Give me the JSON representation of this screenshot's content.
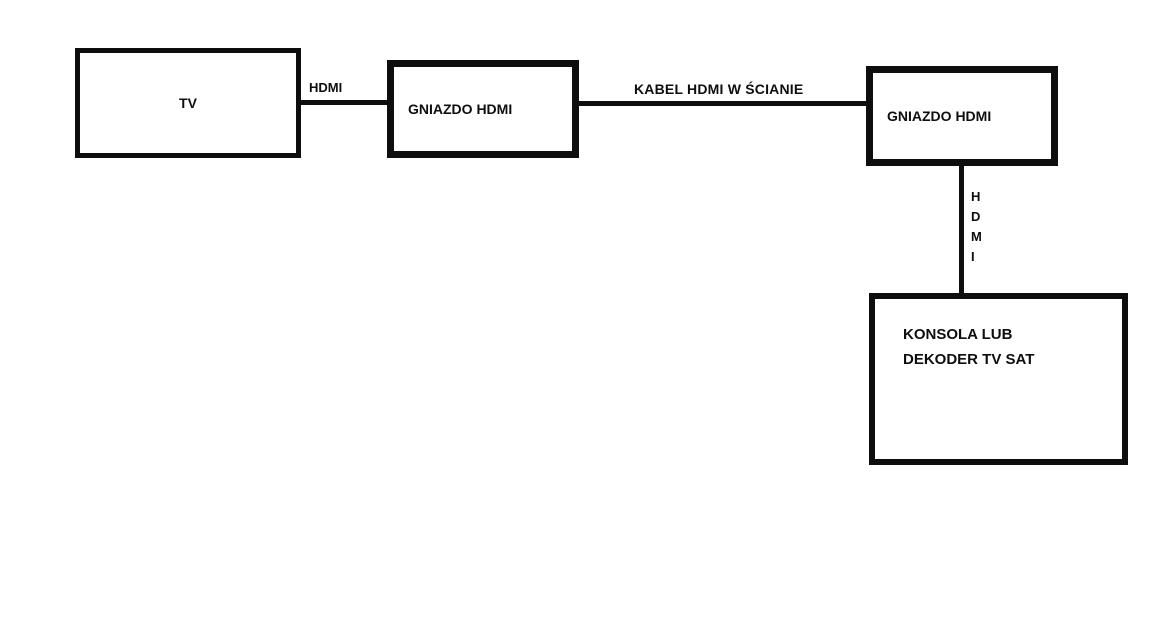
{
  "theme": {
    "background": "#ffffff",
    "ink": "#0e0e0e"
  },
  "diagram": {
    "nodes": {
      "tv": {
        "label": "TV"
      },
      "wall_socket_left": {
        "label": "GNIAZDO HDMI"
      },
      "wall_socket_right": {
        "label": "GNIAZDO HDMI"
      },
      "console": {
        "label_line1": "KONSOLA LUB",
        "label_line2": "DEKODER TV SAT"
      }
    },
    "connections": {
      "tv_to_socket": {
        "label": "HDMI"
      },
      "socket_to_socket": {
        "label": "KABEL HDMI W ŚCIANIE"
      },
      "socket_to_console": {
        "label": "HDMI",
        "letters": [
          "H",
          "D",
          "M",
          "I"
        ]
      }
    }
  }
}
